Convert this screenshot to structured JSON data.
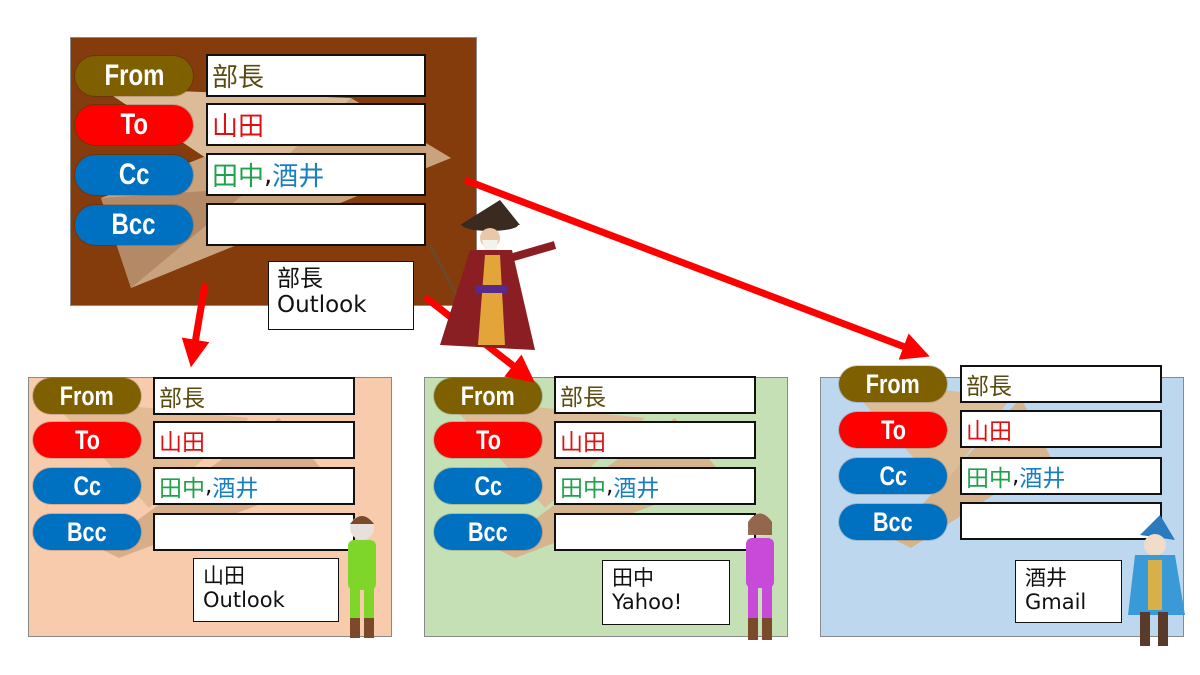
{
  "labels": {
    "from": "From",
    "to": "To",
    "cc": "Cc",
    "bcc": "Bcc"
  },
  "sender": {
    "from": "部長",
    "to": "山田",
    "cc_1": "田中",
    "cc_sep": ",",
    "cc_2": "酒井",
    "bcc": "",
    "name": "部長",
    "client": "Outlook",
    "panel_color": "#843c0c"
  },
  "recipients": [
    {
      "from": "部長",
      "to": "山田",
      "cc_1": "田中",
      "cc_sep": ",",
      "cc_2": "酒井",
      "bcc": "",
      "name": "山田",
      "client": "Outlook",
      "panel_color": "#f8cbad"
    },
    {
      "from": "部長",
      "to": "山田",
      "cc_1": "田中",
      "cc_sep": ",",
      "cc_2": "酒井",
      "bcc": "",
      "name": "田中",
      "client": "Yahoo!",
      "panel_color": "#c5e0b4"
    },
    {
      "from": "部長",
      "to": "山田",
      "cc_1": "田中",
      "cc_sep": ",",
      "cc_2": "酒井",
      "bcc": "",
      "name": "酒井",
      "client": "Gmail",
      "panel_color": "#bdd7ee"
    }
  ],
  "colors": {
    "arrow": "#ff0000",
    "from": "#7f6000",
    "to": "#ff0000",
    "cc": "#0070c0"
  }
}
